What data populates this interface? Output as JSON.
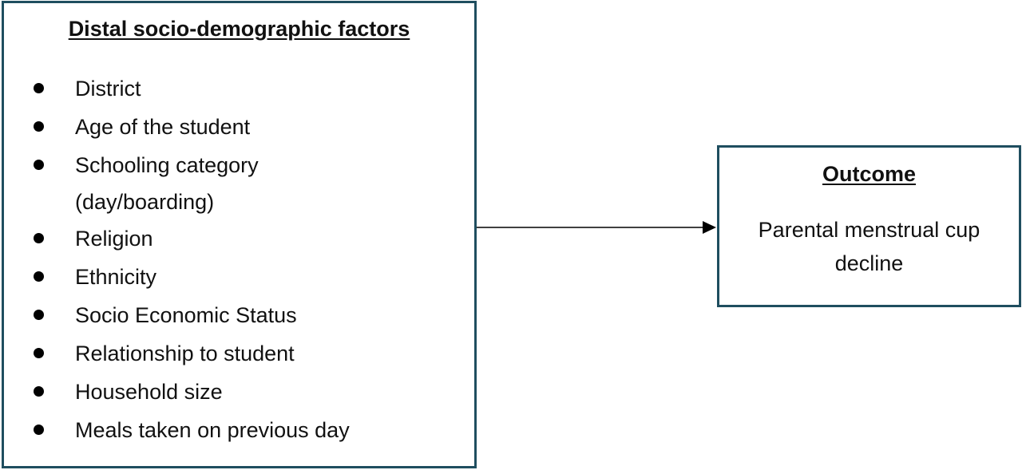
{
  "left_box": {
    "title": "Distal socio-demographic factors",
    "items": [
      {
        "line1": "District"
      },
      {
        "line1": "Age of the student"
      },
      {
        "line1": "Schooling category",
        "line2": "(day/boarding)"
      },
      {
        "line1": "Religion"
      },
      {
        "line1": "Ethnicity"
      },
      {
        "line1": "Socio Economic Status"
      },
      {
        "line1": "Relationship to student"
      },
      {
        "line1": "Household size"
      },
      {
        "line1": "Meals taken on previous day"
      }
    ]
  },
  "right_box": {
    "title": "Outcome",
    "text_line1": "Parental menstrual cup",
    "text_line2": "decline"
  },
  "colors": {
    "box_border": "#1f4e5f",
    "arrow": "#000000"
  }
}
